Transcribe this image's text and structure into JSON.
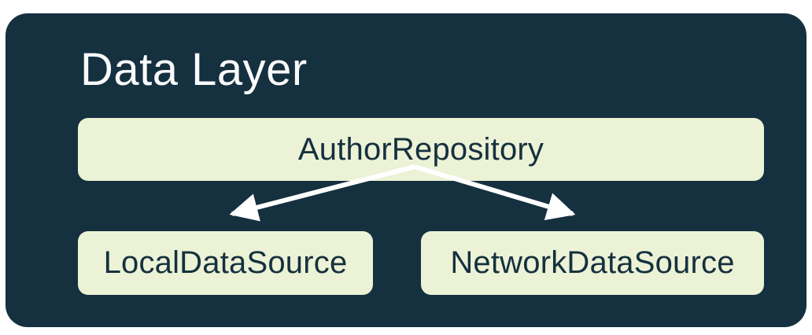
{
  "diagram": {
    "title": "Data Layer",
    "nodes": [
      {
        "id": "repository",
        "label": "AuthorRepository"
      },
      {
        "id": "local",
        "label": "LocalDataSource"
      },
      {
        "id": "network",
        "label": "NetworkDataSource"
      }
    ],
    "edges": [
      {
        "from": "AuthorRepository",
        "to": "LocalDataSource"
      },
      {
        "from": "AuthorRepository",
        "to": "NetworkDataSource"
      }
    ]
  },
  "colors": {
    "page_bg": "#ffffff",
    "container_bg": "#15303F",
    "node_bg": "#ECF2D5",
    "node_text": "#15303F",
    "title_text": "#F8F9FA",
    "arrow": "#FFFFFF"
  }
}
